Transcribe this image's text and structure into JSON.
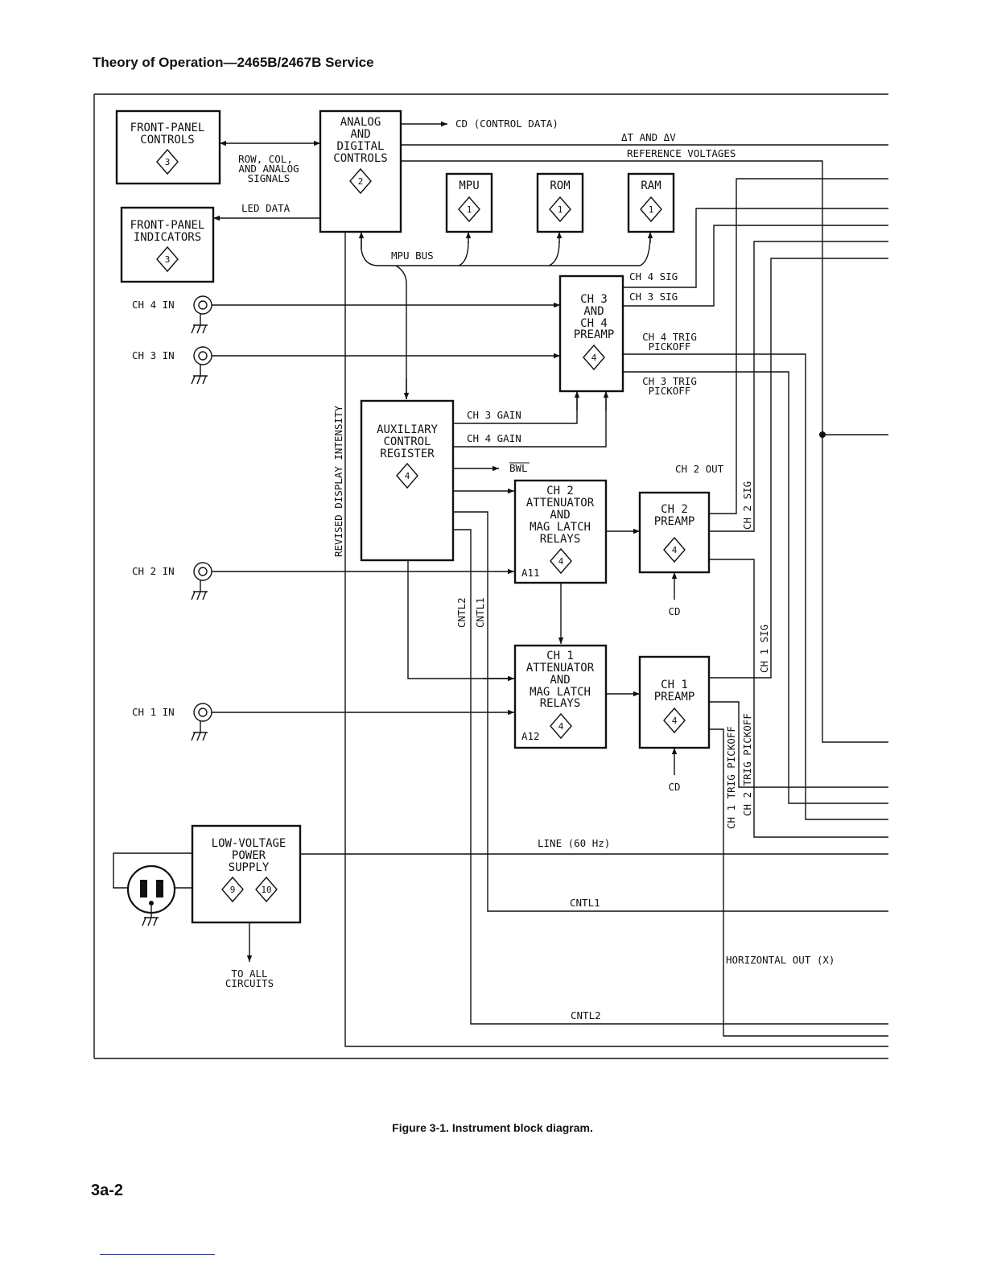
{
  "page": {
    "header": "Theory of Operation—2465B/2467B Service",
    "caption": "Figure 3-1. Instrument block diagram.",
    "page_number": "3a-2"
  },
  "blocks": {
    "front_panel_controls": {
      "lines": [
        "FRONT-PANEL",
        "CONTROLS"
      ],
      "diagram": "3"
    },
    "front_panel_indicators": {
      "lines": [
        "FRONT-PANEL",
        "INDICATORS"
      ],
      "diagram": "3"
    },
    "analog_digital_controls": {
      "lines": [
        "ANALOG",
        "AND",
        "DIGITAL",
        "CONTROLS"
      ],
      "diagram": "2"
    },
    "mpu": {
      "lines": [
        "MPU"
      ],
      "diagram": "1"
    },
    "rom": {
      "lines": [
        "ROM"
      ],
      "diagram": "1"
    },
    "ram": {
      "lines": [
        "RAM"
      ],
      "diagram": "1"
    },
    "ch3_ch4_preamp": {
      "lines": [
        "CH 3",
        "AND",
        "CH 4",
        "PREAMP"
      ],
      "diagram": "4"
    },
    "auxiliary_control_register": {
      "lines": [
        "AUXILIARY",
        "CONTROL",
        "REGISTER"
      ],
      "diagram": "4"
    },
    "ch2_attenuator": {
      "lines": [
        "CH 2",
        "ATTENUATOR",
        "AND",
        "MAG LATCH",
        "RELAYS"
      ],
      "diagram": "4",
      "ref": "A11"
    },
    "ch2_preamp": {
      "lines": [
        "CH 2",
        "PREAMP"
      ],
      "diagram": "4"
    },
    "ch1_attenuator": {
      "lines": [
        "CH 1",
        "ATTENUATOR",
        "AND",
        "MAG LATCH",
        "RELAYS"
      ],
      "diagram": "4",
      "ref": "A12"
    },
    "ch1_preamp": {
      "lines": [
        "CH 1",
        "PREAMP"
      ],
      "diagram": "4"
    },
    "low_voltage_power_supply": {
      "lines": [
        "LOW-VOLTAGE",
        "POWER",
        "SUPPLY"
      ],
      "diagrams": [
        "9",
        "10"
      ]
    }
  },
  "inputs": {
    "ch4": "CH 4 IN",
    "ch3": "CH 3 IN",
    "ch2": "CH 2 IN",
    "ch1": "CH 1 IN"
  },
  "signals": {
    "cd_control_data": "CD (CONTROL DATA)",
    "row_col_analog": [
      "ROW, COL,",
      "AND ANALOG",
      "SIGNALS"
    ],
    "led_data": "LED DATA",
    "delta_t_delta_v": "ΔT AND ΔV",
    "reference_voltages": "REFERENCE VOLTAGES",
    "mpu_bus": "MPU BUS",
    "ch4_sig": "CH 4 SIG",
    "ch3_sig": "CH 3 SIG",
    "ch4_trig_pickoff": [
      "CH 4 TRIG",
      "PICKOFF"
    ],
    "ch3_trig_pickoff": [
      "CH 3 TRIG",
      "PICKOFF"
    ],
    "ch3_gain": "CH 3 GAIN",
    "ch4_gain": "CH 4 GAIN",
    "bwl": "BWL",
    "ch2_out": "CH 2 OUT",
    "ch2_sig": "CH 2 SIG",
    "ch1_sig": "CH 1 SIG",
    "revised_display_intensity": "REVISED DISPLAY INTENSITY",
    "cntl2_v": "CNTL2",
    "cntl1_v": "CNTL1",
    "cd_ch2": "CD",
    "cd_ch1": "CD",
    "ch1_trig_pickoff": "CH 1 TRIG PICKOFF",
    "ch2_trig_pickoff": "CH 2 TRIG PICKOFF",
    "line_60hz": "LINE (60 Hz)",
    "cntl1": "CNTL1",
    "horizontal_out": "HORIZONTAL OUT (X)",
    "cntl2": "CNTL2",
    "to_all_circuits": [
      "TO ALL",
      "CIRCUITS"
    ]
  }
}
